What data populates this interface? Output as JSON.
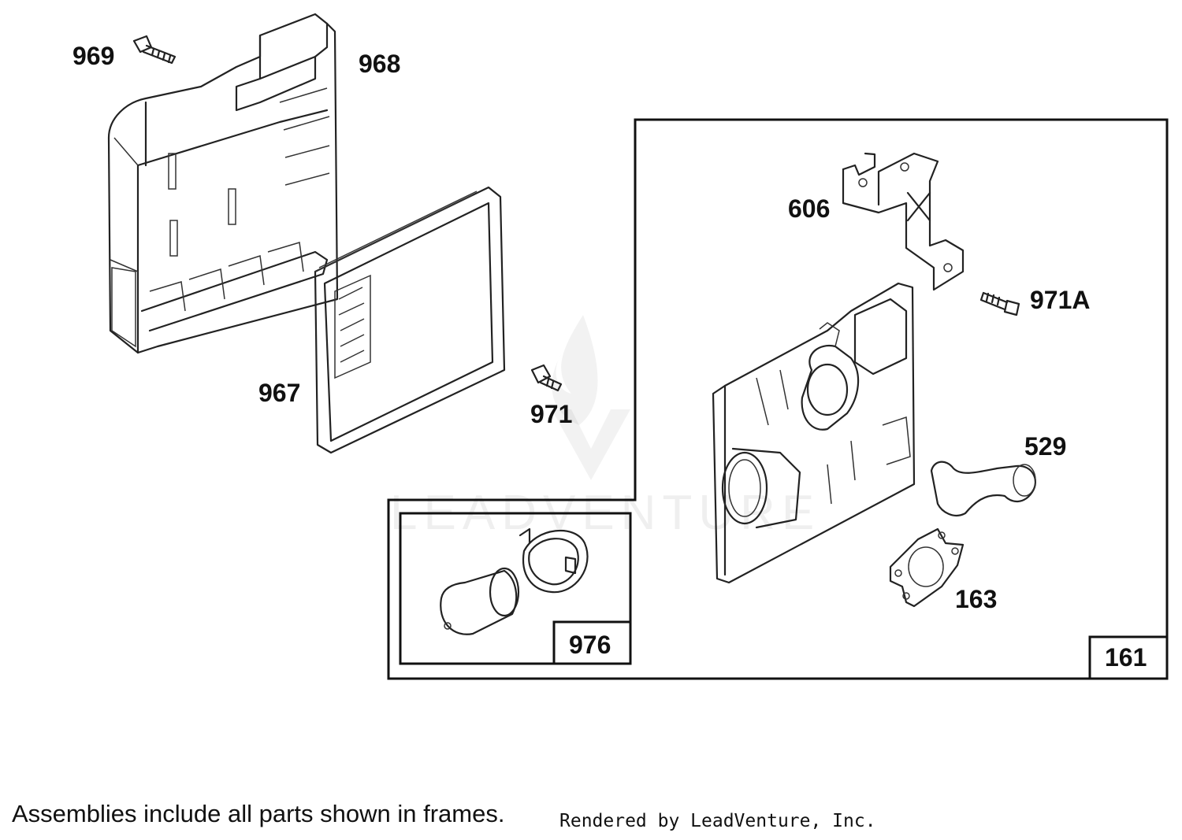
{
  "parts": {
    "p969": "969",
    "p968": "968",
    "p967": "967",
    "p971": "971",
    "p606": "606",
    "p971a": "971A",
    "p529": "529",
    "p163": "163",
    "p976": "976",
    "p161": "161"
  },
  "watermark": "LEADVENTURE",
  "footer": {
    "note": "Assemblies include all parts shown in frames.",
    "credit": "Rendered by LeadVenture, Inc."
  }
}
